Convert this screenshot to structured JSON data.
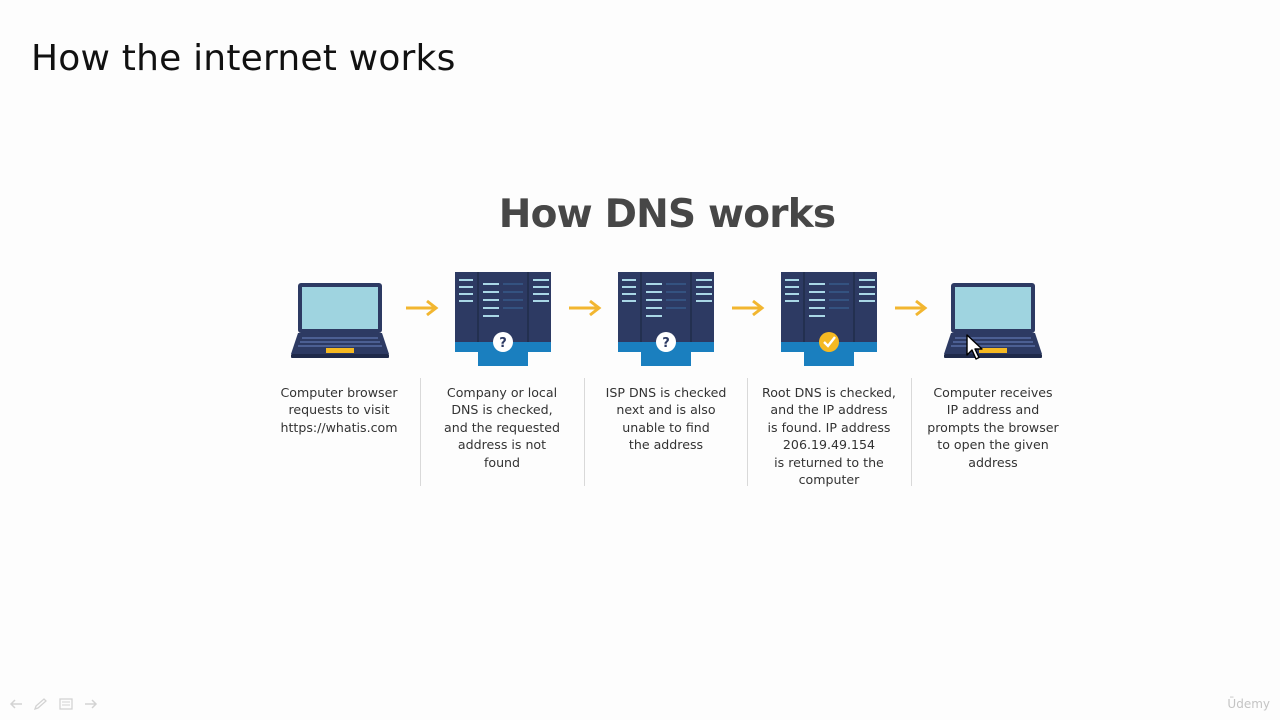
{
  "slide": {
    "title": "How the internet works",
    "watermark": "Ūdemy"
  },
  "diagram": {
    "title": "How DNS works",
    "steps": [
      {
        "icon": "laptop-icon",
        "caption": "Computer browser\nrequests to visit\nhttps://whatis.com"
      },
      {
        "icon": "server-question-icon",
        "caption": "Company or local\nDNS is checked,\nand the requested\naddress is not\nfound"
      },
      {
        "icon": "server-question-icon",
        "caption": "ISP DNS is checked\nnext and is also\nunable to find\nthe address"
      },
      {
        "icon": "server-check-icon",
        "caption": "Root DNS is checked,\nand the IP address\nis found. IP address\n206.19.49.154\nis returned to the\ncomputer"
      },
      {
        "icon": "laptop-icon",
        "caption": "Computer receives\nIP address and\nprompts the browser\nto open the given\naddress"
      }
    ],
    "colors": {
      "navy": "#2d3a63",
      "screen": "#9fd4e0",
      "accent_blue": "#1a7fbf",
      "arrow_yellow": "#f2b630",
      "check_yellow": "#f5b922"
    }
  }
}
